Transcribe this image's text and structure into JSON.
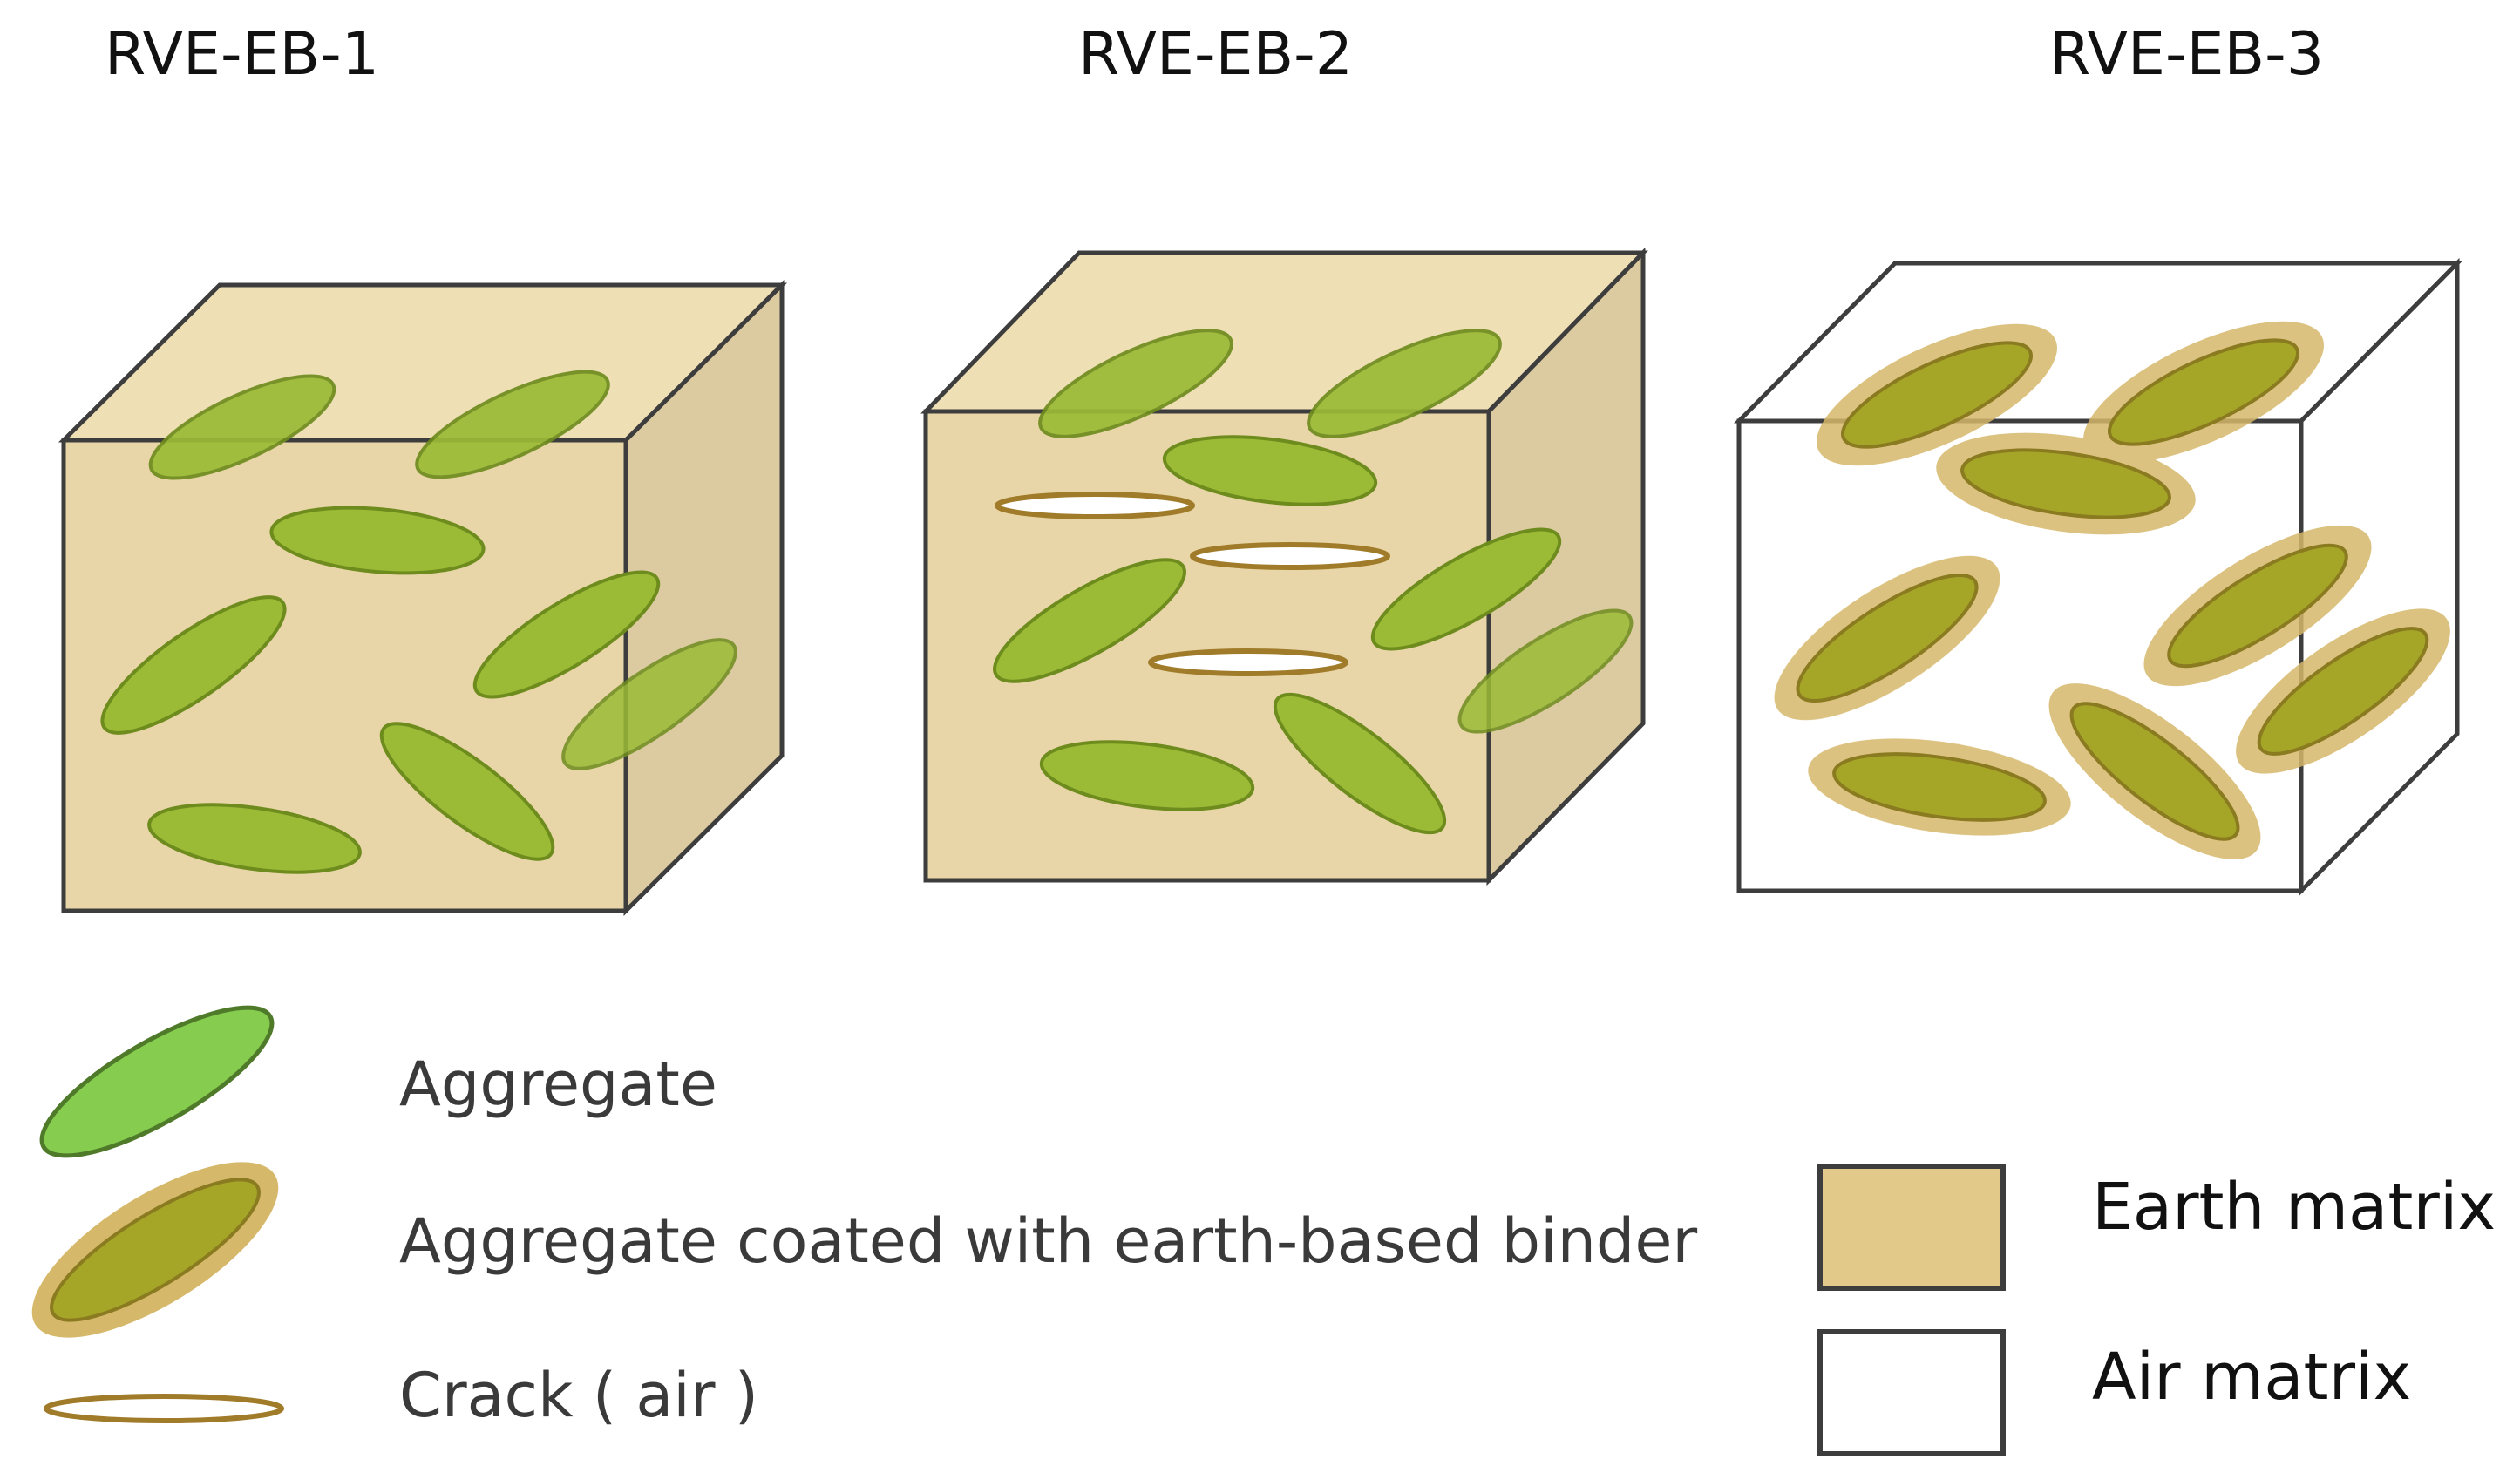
{
  "titles": {
    "rve1": "RVE-EB-1",
    "rve2": "RVE-EB-2",
    "rve3": "RVE-EB-3"
  },
  "legend": {
    "aggregate": "Aggregate",
    "coated": "Aggregate coated with earth-based binder",
    "crack": "Crack ( air )",
    "earth_matrix": "Earth matrix",
    "air_matrix": "Air matrix"
  },
  "colors": {
    "earth_front": "#e9d6a8",
    "earth_top": "#eedfb5",
    "earth_side": "#dccba0",
    "aggregate_fill": "#9bbb36",
    "aggregate_stroke": "#6e8c1e",
    "legend_aggregate_fill": "#86cc4e",
    "coated_core": "#a5a628",
    "coated_halo": "#d6b86a",
    "crack_stroke": "#a07c2a",
    "outline": "#3d3d3d"
  }
}
